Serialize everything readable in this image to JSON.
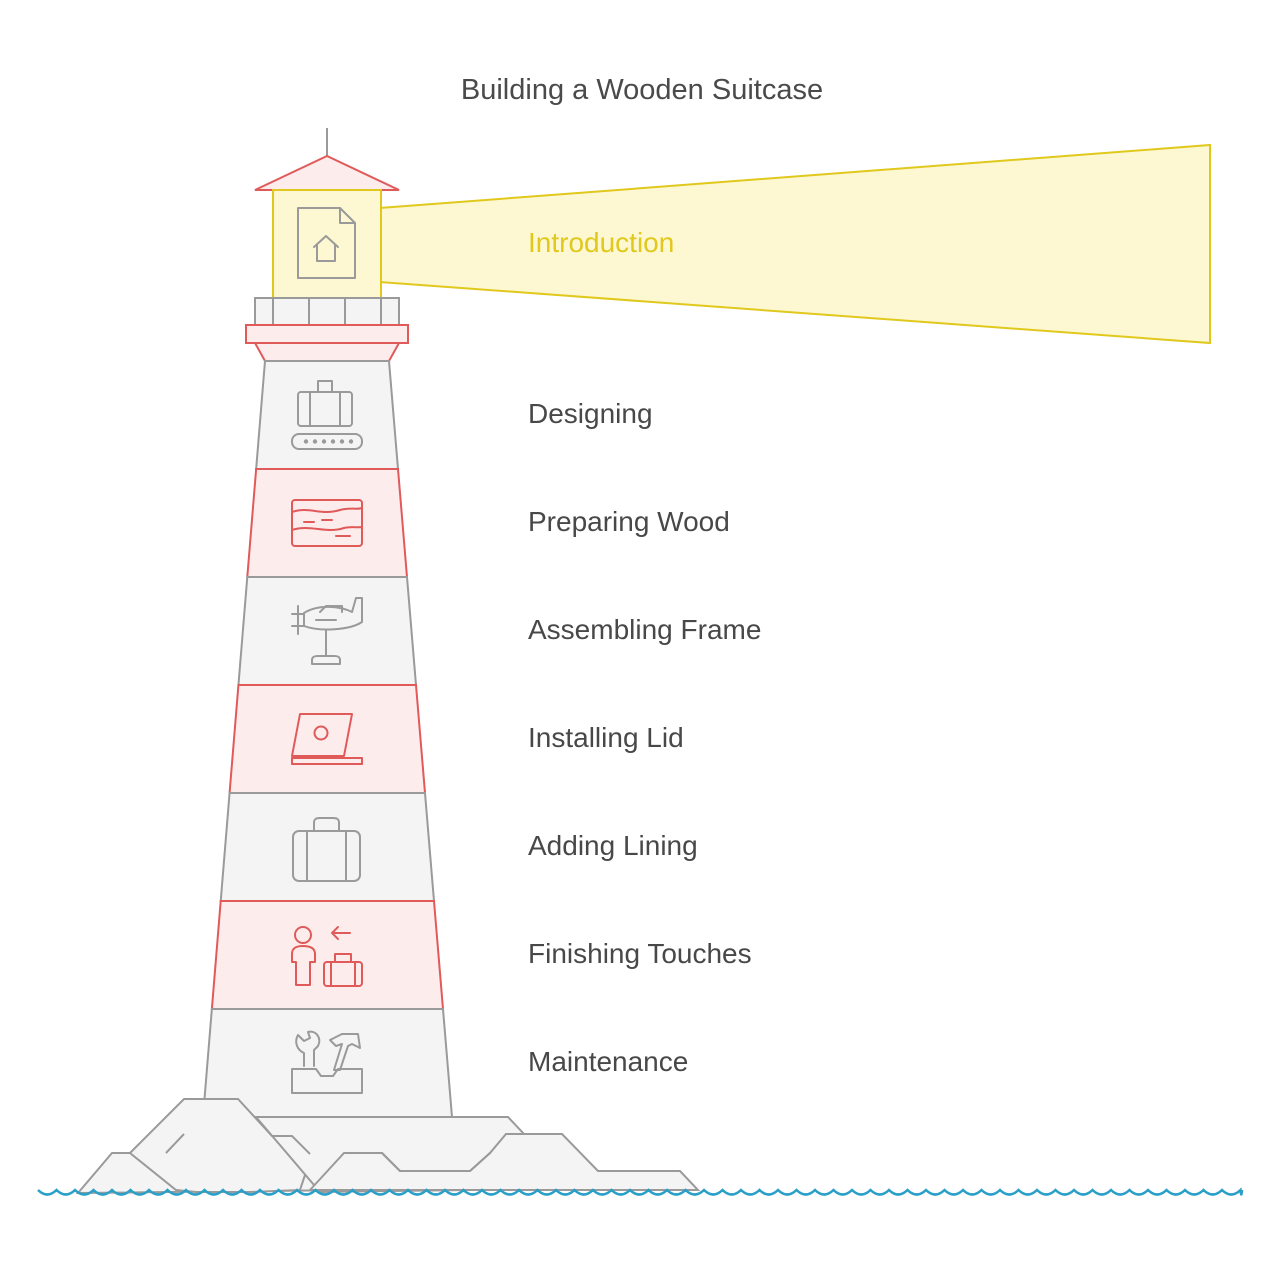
{
  "title": "Building a Wooden Suitcase",
  "highlight_color": "#e0c81c",
  "colors": {
    "red_stroke": "#e05a5a",
    "red_fill": "#fdecec",
    "gray_stroke": "#9a9a9a",
    "gray_fill": "#f4f4f4",
    "beam_fill": "#fdf8d2",
    "beam_stroke": "#e0c81c",
    "water": "#2aa0c8"
  },
  "steps": [
    {
      "label": "Introduction",
      "icon": "document-home-icon",
      "highlight": true
    },
    {
      "label": "Designing",
      "icon": "luggage-conveyor-icon"
    },
    {
      "label": "Preparing Wood",
      "icon": "wood-grain-icon"
    },
    {
      "label": "Assembling Frame",
      "icon": "airplane-stand-icon"
    },
    {
      "label": "Installing Lid",
      "icon": "laptop-icon"
    },
    {
      "label": "Adding Lining",
      "icon": "suitcase-icon"
    },
    {
      "label": "Finishing Touches",
      "icon": "person-luggage-icon"
    },
    {
      "label": "Maintenance",
      "icon": "toolbox-icon"
    }
  ]
}
